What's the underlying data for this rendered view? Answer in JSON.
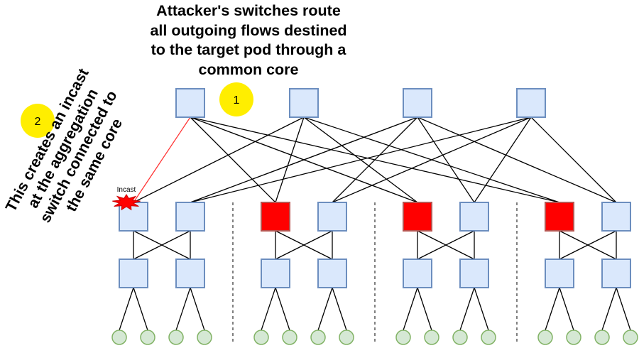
{
  "title_lines": [
    "Attacker's switches route",
    "all outgoing flows destined",
    "to the target pod through a",
    "common core"
  ],
  "side_note_lines": [
    "This creates an incast",
    "at the aggregation",
    "switch connected to",
    "the same core"
  ],
  "markers": {
    "one": "1",
    "two": "2"
  },
  "incast_label": "Incast",
  "colors": {
    "switch_fill": "#dae8fc",
    "switch_stroke": "#6c8ebf",
    "attacker_fill": "#ff0000",
    "attacker_stroke": "#b85450",
    "host_fill": "#d5e8d4",
    "host_stroke": "#82b366",
    "marker_fill": "#ffee00",
    "incast_link": "#ff3333",
    "link": "#000000"
  },
  "diagram": {
    "pods": 4,
    "core_switches": 4,
    "attacker_aggregation_switches": [
      "pod-2-agg-1",
      "pod-3-agg-1",
      "pod-4-agg-1"
    ],
    "incast_switch": "pod-1-agg-1"
  }
}
